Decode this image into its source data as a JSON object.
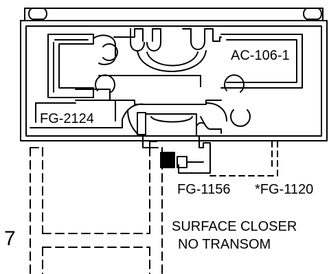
{
  "labels": {
    "header_part": "AC-106-1",
    "frame_part": "FG-2124",
    "stop_part": "FG-1156",
    "alt_stop_part": "*FG-1120",
    "detail_number": "7",
    "note_line1": "SURFACE CLOSER",
    "note_line2": "NO TRANSOM"
  },
  "colors": {
    "line": "#000000",
    "background": "#ffffff"
  }
}
